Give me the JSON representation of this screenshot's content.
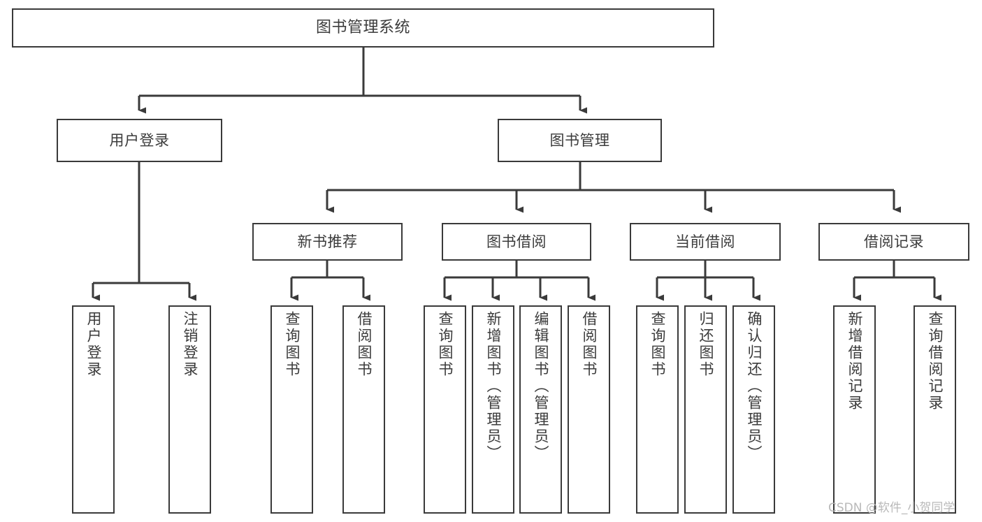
{
  "diagram": {
    "title": "图书管理系统",
    "type": "tree-hierarchy",
    "orientation": "top-down",
    "colors": {
      "box_border": "#3a3a3a",
      "box_fill": "#ffffff",
      "edge": "#3a3a3a",
      "text": "#3b3b3b",
      "watermark": "#b9b9b9",
      "background": "#ffffff"
    }
  },
  "nodes": {
    "root": {
      "label": "图书管理系统"
    },
    "level2": [
      {
        "id": "user-login",
        "label": "用户登录"
      },
      {
        "id": "book-management",
        "label": "图书管理"
      }
    ],
    "level3": [
      {
        "id": "new-book-recommend",
        "label": "新书推荐"
      },
      {
        "id": "book-borrow",
        "label": "图书借阅"
      },
      {
        "id": "current-borrow",
        "label": "当前借阅"
      },
      {
        "id": "borrow-record",
        "label": "借阅记录"
      }
    ],
    "leaves": {
      "user_login": [
        {
          "id": "leaf-user-login",
          "label": "用户登录"
        },
        {
          "id": "leaf-logout-login",
          "label": "注销登录"
        }
      ],
      "new_book_recommend": [
        {
          "id": "leaf-query-book-1",
          "label": "查询图书"
        },
        {
          "id": "leaf-borrow-book-1",
          "label": "借阅图书"
        }
      ],
      "book_borrow": [
        {
          "id": "leaf-query-book-2",
          "label": "查询图书"
        },
        {
          "id": "leaf-add-book",
          "label": "新增图书（管理员）"
        },
        {
          "id": "leaf-edit-book",
          "label": "编辑图书（管理员）"
        },
        {
          "id": "leaf-borrow-book-2",
          "label": "借阅图书"
        }
      ],
      "current_borrow": [
        {
          "id": "leaf-query-book-3",
          "label": "查询图书"
        },
        {
          "id": "leaf-return-book",
          "label": "归还图书"
        },
        {
          "id": "leaf-confirm-return",
          "label": "确认归还（管理员）"
        }
      ],
      "borrow_record": [
        {
          "id": "leaf-add-record",
          "label": "新增借阅记录"
        },
        {
          "id": "leaf-query-record",
          "label": "查询借阅记录"
        }
      ]
    }
  },
  "watermark": {
    "text": "CSDN @软件_小贺同学"
  }
}
